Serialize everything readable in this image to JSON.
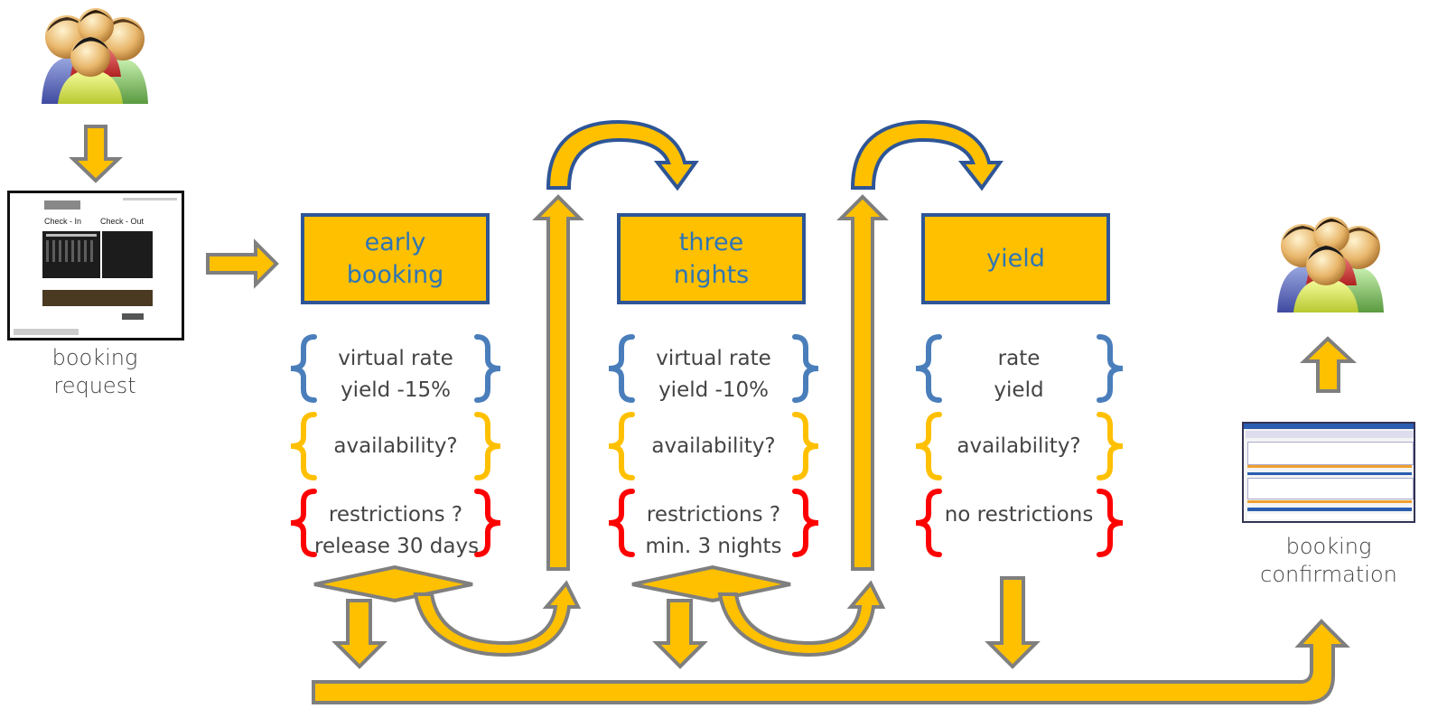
{
  "left": {
    "request_label_line1": "booking",
    "request_label_line2": "request",
    "mock": {
      "checkin": "Check - In",
      "checkout": "Check - Out"
    }
  },
  "right": {
    "confirmation_label_line1": "booking",
    "confirmation_label_line2": "confirmation"
  },
  "stages": [
    {
      "title_line1": "early",
      "title_line2": "booking",
      "rate_line1": "virtual rate",
      "rate_line2": "yield  -15%",
      "availability": "availability?",
      "restriction_line1": "restrictions ?",
      "restriction_line2": "release 30 days"
    },
    {
      "title_line1": "three",
      "title_line2": "nights",
      "rate_line1": "virtual rate",
      "rate_line2": "yield  -10%",
      "availability": "availability?",
      "restriction_line1": "restrictions ?",
      "restriction_line2": "min. 3 nights"
    },
    {
      "title_line1": "yield",
      "title_line2": "",
      "rate_line1": "rate",
      "rate_line2": "yield",
      "availability": "availability?",
      "restriction_line1": "no restrictions",
      "restriction_line2": ""
    }
  ],
  "colors": {
    "arrow_fill": "#ffc000",
    "arrow_stroke_gray": "#7f7f7f",
    "arrow_stroke_blue": "#2e5596",
    "box_text": "#2e75b6",
    "brace_rate": "#4a7ebb",
    "brace_availability": "#ffc000",
    "brace_restrictions": "#ff0000"
  },
  "icons": [
    "people-group-icon",
    "booking-form-screenshot",
    "confirmation-screenshot"
  ]
}
